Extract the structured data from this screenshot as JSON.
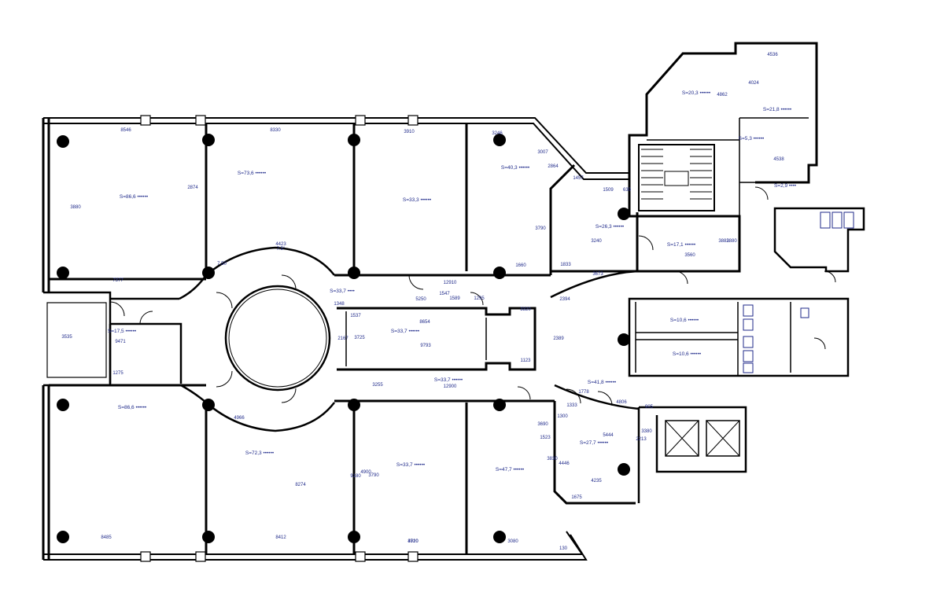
{
  "plan": {
    "dimensions": [
      "8546",
      "8330",
      "3910",
      "3246",
      "3007",
      "2864",
      "1457",
      "1509",
      "630",
      "4536",
      "4024",
      "4862",
      "4538",
      "3882",
      "3880",
      "2874",
      "7377",
      "7.50",
      "4423",
      "7.5°",
      "1833",
      "3673",
      "3560",
      "3880",
      "9471",
      "1275",
      "3535",
      "1348",
      "1537",
      "1589",
      "1295",
      "5250",
      "1547",
      "12910",
      "9793",
      "1660",
      "3320",
      "2167",
      "3725",
      "2394",
      "2389",
      "1123",
      "8654",
      "12900",
      "1778",
      "1333",
      "4806",
      "905",
      "3380",
      "2213",
      "5444",
      "4446",
      "4235",
      "1675",
      "3690",
      "4966",
      "8274",
      "9180",
      "3790",
      "4720",
      "4900",
      "8485",
      "8412",
      "3910",
      "3080",
      "3830",
      "1300",
      "3255",
      "1523",
      "3790",
      "3240",
      "130"
    ],
    "areas": [
      "S=86,6 ••••••",
      "S=73,6 ••••••",
      "S=33,3 ••••••",
      "S=40,3 ••••••",
      "S=26,3 ••••••",
      "S=17,1 ••••••",
      "S=20,3 ••••••",
      "S=21,8 ••••••",
      "S=5,3 ••••••",
      "S=2,9 ••••",
      "S=33,7 ••••",
      "S=17,5 ••••••",
      "S=33,7 ••••••",
      "S=10,6 ••••••",
      "S=10,6 ••••••",
      "S=33,7 ••••••",
      "S=41,8 ••••••",
      "S=27,7 ••••••",
      "S=86,6 ••••••",
      "S=72,3 ••••••",
      "S=33,7 ••••••",
      "S=47,7 ••••••"
    ]
  }
}
